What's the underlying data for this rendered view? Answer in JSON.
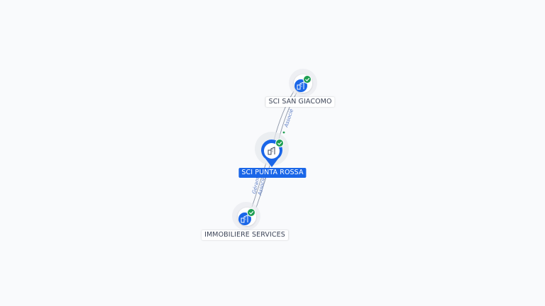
{
  "colors": {
    "background": "#f9fafc",
    "node_blue": "#1a66e8",
    "check_green": "#1e9e52",
    "halo": "#e6e8ec",
    "edge": "#8e97a8",
    "edge_label": "#5a7bc4",
    "label_text": "#3c4457"
  },
  "nodes": {
    "top": {
      "label": "SCI SAN GIACOMO",
      "icon": "building-icon",
      "badge": "check-icon"
    },
    "center": {
      "label": "SCI PUNTA ROSSA",
      "icon": "building-icon",
      "badge": "check-icon"
    },
    "bottom": {
      "label": "IMMOBILIERE SERVICES",
      "icon": "building-icon",
      "badge": "check-icon"
    }
  },
  "edges": {
    "center_top": {
      "label": "Associé"
    },
    "center_bottom": {
      "label_1": "Gérant",
      "label_2": "Associé"
    }
  }
}
